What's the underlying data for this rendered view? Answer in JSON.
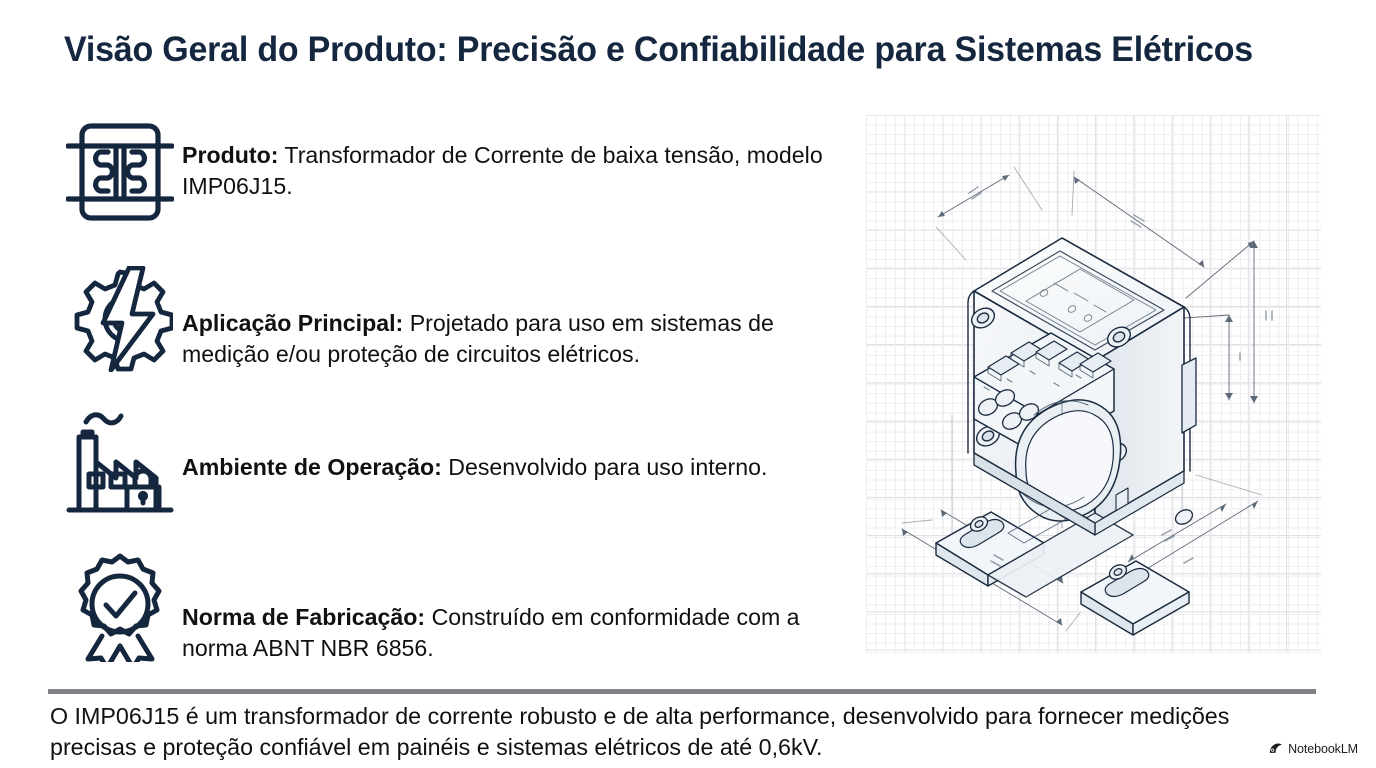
{
  "slide": {
    "title": "Visão Geral do Produto: Precisão e Confiabilidade para Sistemas Elétricos",
    "accent_color": "#14273f",
    "body_color": "#111111",
    "divider_color": "#818187",
    "background_color": "#ffffff"
  },
  "features": [
    {
      "icon": "transformer-icon",
      "label": "Produto:",
      "text": " Transformador de Corrente de baixa tensão, modelo IMP06J15."
    },
    {
      "icon": "gear-lightning-icon",
      "label": "Aplicação Principal:",
      "text": " Projetado para uso em sistemas de medição e/ou proteção de circuitos elétricos."
    },
    {
      "icon": "factory-lock-icon",
      "label": "Ambiente de Operação:",
      "text": " Desenvolvido para uso interno."
    },
    {
      "icon": "certificate-badge-icon",
      "label": "Norma de Fabricação:",
      "text": " Construído em conformidade com a norma ABNT NBR 6856."
    }
  ],
  "illustration": {
    "name": "isometric-technical-drawing",
    "description": "Desenho técnico isométrico do transformador de corrente sobre papel quadriculado, com linhas de cota",
    "grid_background": true
  },
  "footer": {
    "text": "O IMP06J15 é um transformador de corrente robusto e de alta performance, desenvolvido para fornecer medições precisas e proteção confiável em painéis e sistemas elétricos de até 0,6kV."
  },
  "brand": {
    "label": "NotebookLM",
    "icon": "notebooklm-logo-icon"
  }
}
